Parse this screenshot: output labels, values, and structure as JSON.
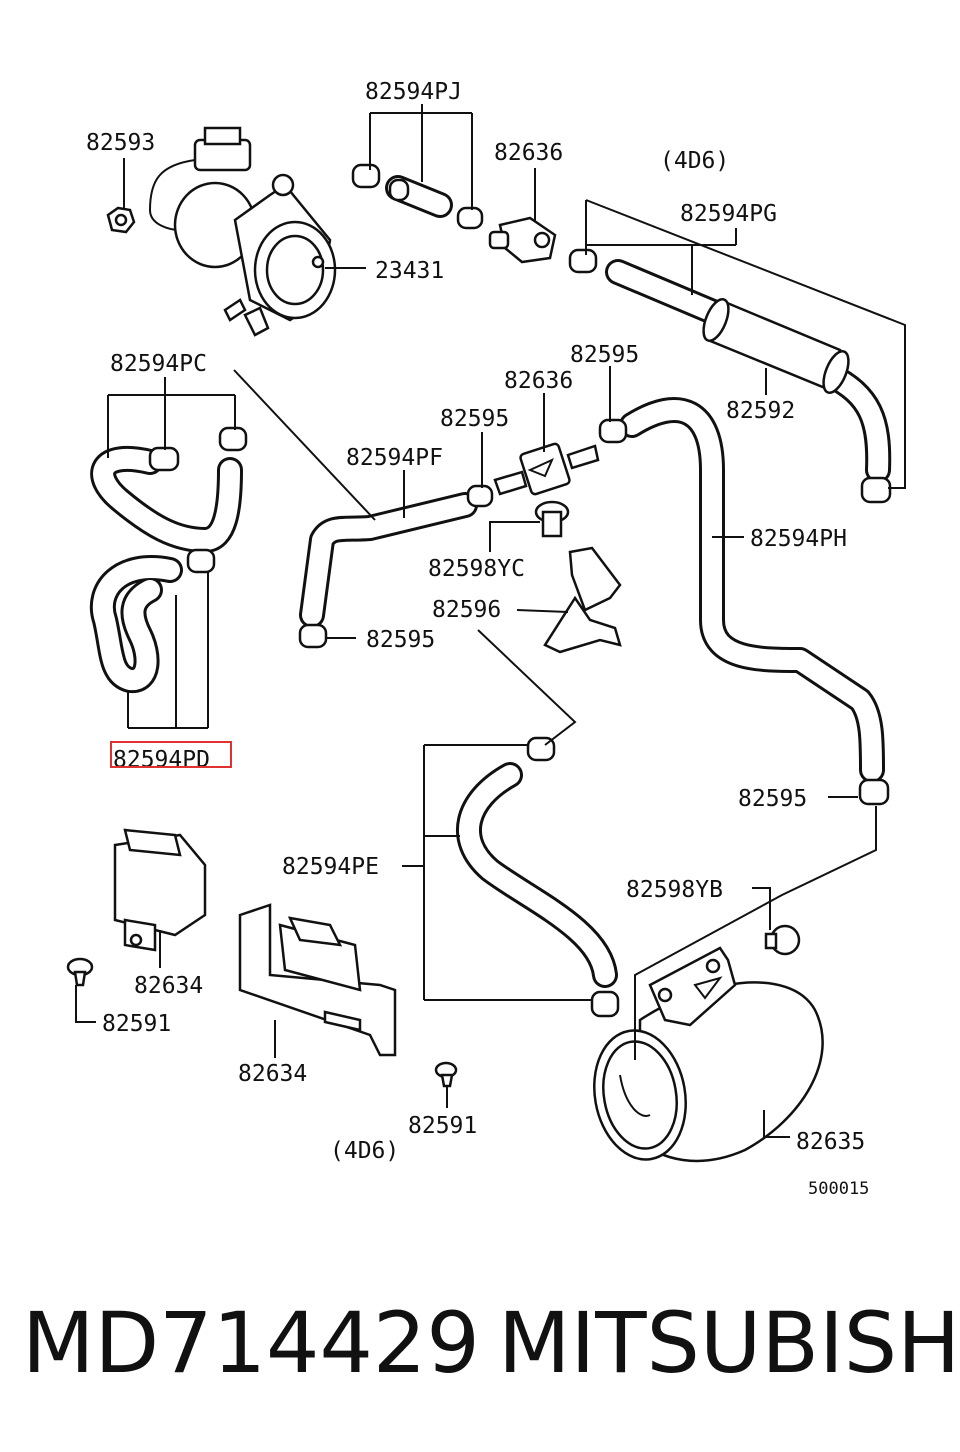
{
  "labels": {
    "p82594PJ": "82594PJ",
    "p82593": "82593",
    "p82636_top": "82636",
    "d4D6_top": "(4D6)",
    "p82594PG": "82594PG",
    "p23431": "23431",
    "p82594PC": "82594PC",
    "p82595_a": "82595",
    "p82636_mid": "82636",
    "p82592": "82592",
    "p82595_b": "82595",
    "p82594PF": "82594PF",
    "p82598YC": "82598YC",
    "p82594PH": "82594PH",
    "p82596": "82596",
    "p82595_c": "82595",
    "p82594PD": "82594PD",
    "p82595_d": "82595",
    "p82594PE": "82594PE",
    "p82598YB": "82598YB",
    "p82634_a": "82634",
    "p82591_a": "82591",
    "p82634_b": "82634",
    "p82591_b": "82591",
    "d4D6_bottom": "(4D6)",
    "p82635": "82635",
    "ref": "500015"
  },
  "caption": {
    "part_number": "MD714429",
    "brand": "MITSUBISHI"
  },
  "highlight": {
    "part": "82594PD",
    "color": "#e03030"
  }
}
